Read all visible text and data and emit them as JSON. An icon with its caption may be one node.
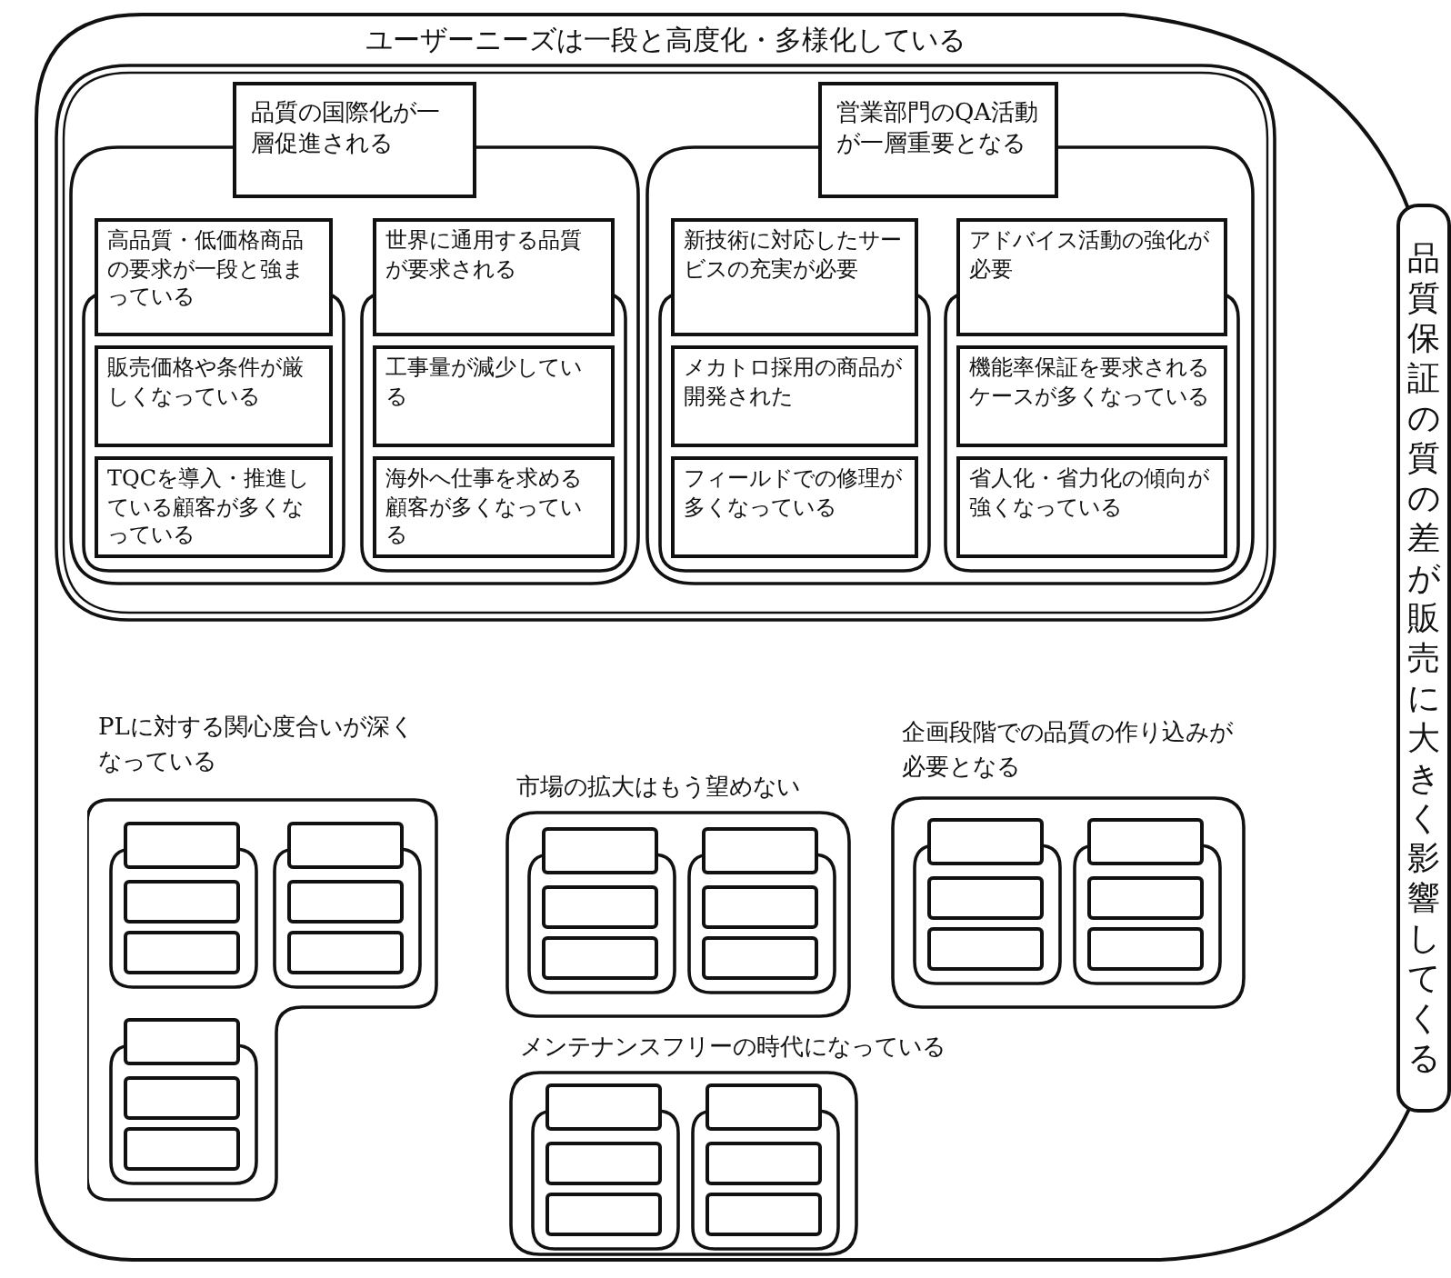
{
  "diagram": {
    "nodes": [
      {
        "text": [],
        "shape": "box"
      },
      {
        "text": [
          "ユーザーニーズは一段と高度化・多様化している"
        ],
        "in": 0
      },
      {
        "text": [
          "品質の国際化が一層促進される"
        ],
        "in": 1
      },
      {
        "text": [],
        "shape": "box",
        "in": 1
      },
      {
        "text": [
          "高品質・低価格商品の要求が一段と強まっている"
        ],
        "in": 3
      },
      {
        "text": [],
        "shape": "box",
        "in": 3
      },
      {
        "text": [
          "販売価格や条件が厳しくなっている"
        ],
        "in": 5
      },
      {
        "text": [
          "TQCを導入・推進している顧客が多くなっている"
        ],
        "in": 5
      },
      {
        "text": [
          "世界に通用する品質が要求される"
        ],
        "in": 3
      },
      {
        "text": [],
        "shape": "box",
        "in": 3
      },
      {
        "text": [
          "工事量が減少している"
        ],
        "in": 9
      },
      {
        "text": [
          "海外へ仕事を求める顧客が多くなっている"
        ],
        "in": 9
      },
      {
        "text": [
          "営業部門のQA活動が一層重要となる"
        ],
        "in": 1
      },
      {
        "text": [],
        "shape": "box",
        "in": 1
      },
      {
        "text": [
          "新技術に対応したサービスの充実が必要"
        ],
        "in": 13
      },
      {
        "text": [],
        "shape": "box",
        "in": 13
      },
      {
        "text": [
          "メカトロ採用の商品が開発された"
        ],
        "in": 15
      },
      {
        "text": [
          "フィールドでの修理が多くなっている"
        ],
        "in": 15
      },
      {
        "text": [
          "アドバイス活動の強化が必要"
        ],
        "in": 13
      },
      {
        "text": [],
        "shape": "box",
        "in": 13
      },
      {
        "text": [
          "機能率保証を要求されるケースが多くなっている"
        ],
        "in": 19
      },
      {
        "text": [
          "省人化・省力化の傾向が強くなっている"
        ],
        "in": 19
      },
      {
        "text": [
          "PLに対する関心度合いが深くなっている"
        ],
        "in": 0
      },
      {
        "text": [],
        "shape": "box",
        "in": 22
      },
      {
        "text": [],
        "shape": "box",
        "in": 22
      },
      {
        "text": [],
        "shape": "box",
        "in": 24
      },
      {
        "text": [],
        "shape": "box",
        "in": 24
      },
      {
        "text": [],
        "shape": "box",
        "in": 22
      },
      {
        "text": [],
        "shape": "box",
        "in": 22
      },
      {
        "text": [],
        "shape": "box",
        "in": 28
      },
      {
        "text": [],
        "shape": "box",
        "in": 28
      },
      {
        "text": [],
        "shape": "box",
        "in": 22
      },
      {
        "text": [],
        "shape": "box",
        "in": 22
      },
      {
        "text": [],
        "shape": "box",
        "in": 32
      },
      {
        "text": [],
        "shape": "box",
        "in": 32
      },
      {
        "text": [
          "市場の拡大はもう望めない"
        ],
        "in": 0
      },
      {
        "text": [],
        "shape": "box",
        "in": 35
      },
      {
        "text": [],
        "shape": "box",
        "in": 35
      },
      {
        "text": [],
        "shape": "box",
        "in": 37
      },
      {
        "text": [],
        "shape": "box",
        "in": 37
      },
      {
        "text": [],
        "shape": "box",
        "in": 35
      },
      {
        "text": [],
        "shape": "box",
        "in": 35
      },
      {
        "text": [],
        "shape": "box",
        "in": 41
      },
      {
        "text": [],
        "shape": "box",
        "in": 41
      },
      {
        "text": [
          "企画段階での品質の作り込みが必要となる"
        ],
        "in": 0
      },
      {
        "text": [],
        "shape": "box",
        "in": 44
      },
      {
        "text": [],
        "shape": "box",
        "in": 44
      },
      {
        "text": [],
        "shape": "box",
        "in": 46
      },
      {
        "text": [],
        "shape": "box",
        "in": 46
      },
      {
        "text": [],
        "shape": "box",
        "in": 44
      },
      {
        "text": [],
        "shape": "box",
        "in": 44
      },
      {
        "text": [],
        "shape": "box",
        "in": 50
      },
      {
        "text": [],
        "shape": "box",
        "in": 50
      },
      {
        "text": [
          "メンテナンスフリーの時代になっている"
        ],
        "in": 0
      },
      {
        "text": [],
        "shape": "box",
        "in": 53
      },
      {
        "text": [],
        "shape": "box",
        "in": 53
      },
      {
        "text": [],
        "shape": "box",
        "in": 55
      },
      {
        "text": [],
        "shape": "box",
        "in": 55
      },
      {
        "text": [],
        "shape": "box",
        "in": 53
      },
      {
        "text": [],
        "shape": "box",
        "in": 53
      },
      {
        "text": [],
        "shape": "box",
        "in": 59
      },
      {
        "text": [],
        "shape": "box",
        "in": 59
      },
      {
        "text": [
          "品質保証の質の差が販売に大きく影響してくる"
        ]
      }
    ]
  }
}
